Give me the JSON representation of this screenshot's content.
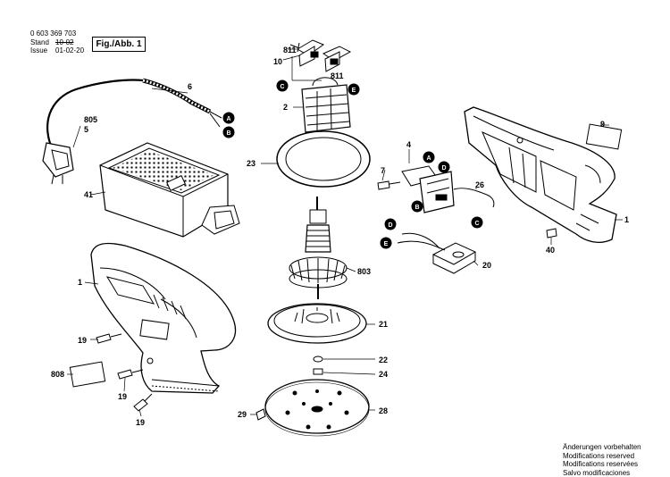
{
  "header": {
    "doc_number": "0 603 369 703",
    "stand_label": "Stand",
    "stand_value": "10-02",
    "issue_label": "Issue",
    "issue_value": "01-02-20",
    "figure_label": "Fig./Abb. 1"
  },
  "footer": {
    "line1": "Änderungen vorbehalten",
    "line2": "Modifications reserved",
    "line3": "Modifications reservées",
    "line4": "Salvo modificaciones"
  },
  "part_numbers": {
    "p1_left": "1",
    "p1_right": "1",
    "p2": "2",
    "p4": "4",
    "p5": "5",
    "p6": "6",
    "p7": "7",
    "p9": "9",
    "p10": "10",
    "p19_a": "19",
    "p19_b": "19",
    "p19_c": "19",
    "p20": "20",
    "p21": "21",
    "p22": "22",
    "p23": "23",
    "p24": "24",
    "p26": "26",
    "p28": "28",
    "p29": "29",
    "p40": "40",
    "p41": "41",
    "p803": "803",
    "p805": "805",
    "p808": "808",
    "p811_a": "811",
    "p811_b": "811"
  },
  "connectors": {
    "a": "A",
    "b": "B",
    "c": "C",
    "d": "D",
    "e": "E"
  },
  "colors": {
    "ink": "#000000",
    "paper": "#ffffff"
  }
}
